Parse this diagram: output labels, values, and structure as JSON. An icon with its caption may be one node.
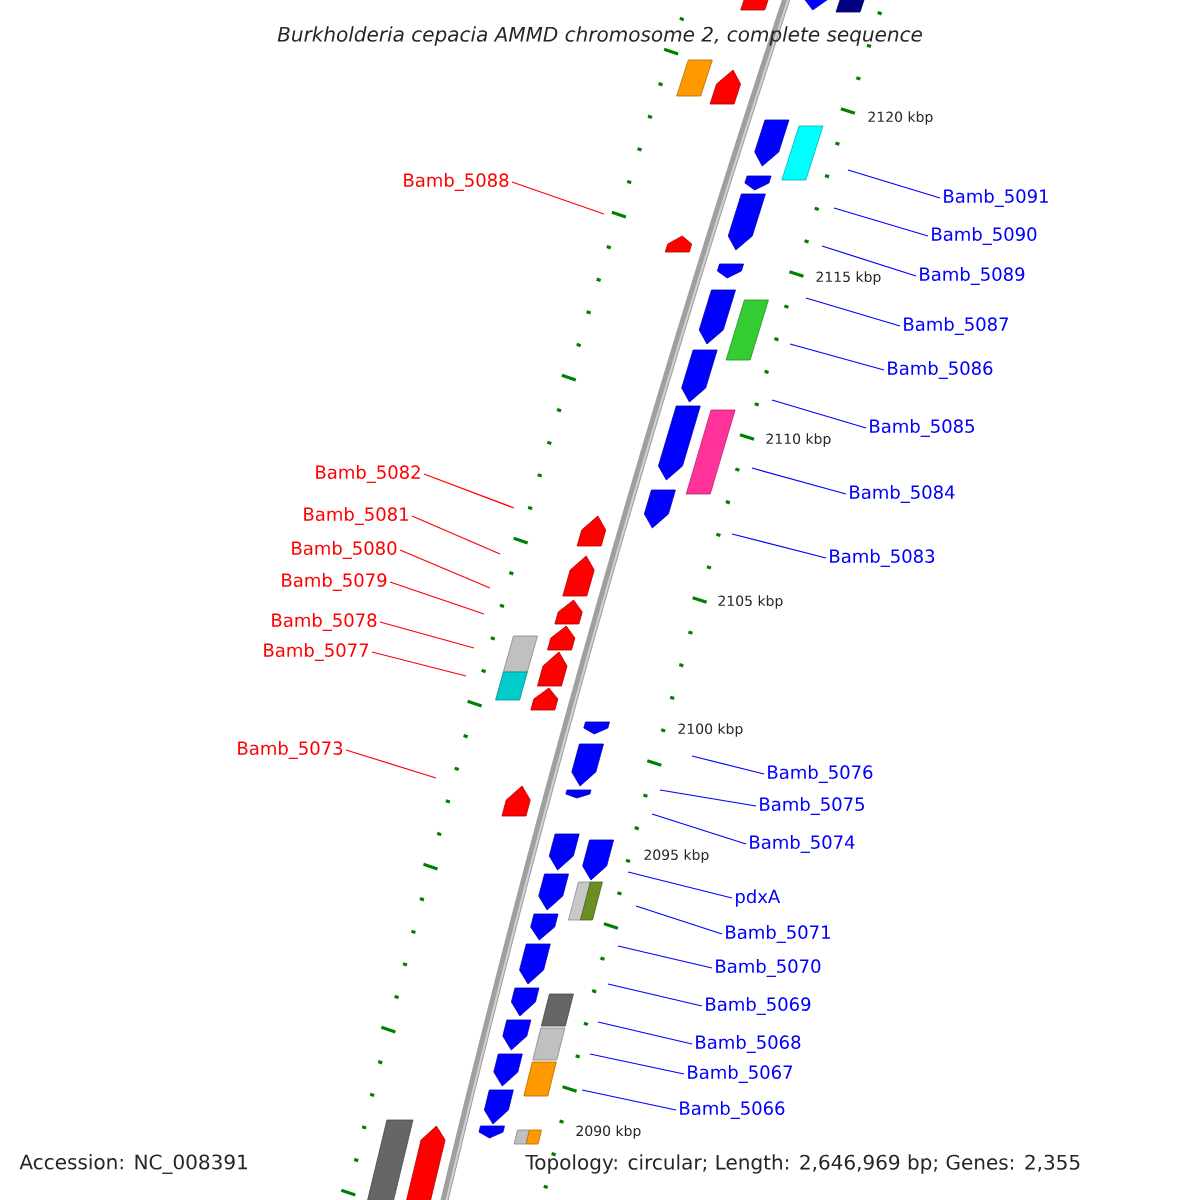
{
  "diagram": {
    "title": "Burkholderia cepacia AMMD chromosome 2, complete sequence",
    "nodes": [
      {
        "text": [
          "Bamb_5088"
        ]
      },
      {
        "text": [
          "Bamb_5091"
        ]
      },
      {
        "text": [
          "Bamb_5090"
        ]
      },
      {
        "text": [
          "Bamb_5089"
        ]
      },
      {
        "text": [
          "Bamb_5087"
        ]
      },
      {
        "text": [
          "Bamb_5086"
        ]
      },
      {
        "text": [
          "Bamb_5085"
        ]
      },
      {
        "text": [
          "Bamb_5082"
        ]
      },
      {
        "text": [
          "Bamb_5084"
        ]
      },
      {
        "text": [
          "Bamb_5081"
        ]
      },
      {
        "text": [
          "Bamb_5080"
        ]
      },
      {
        "text": [
          "Bamb_5083"
        ]
      },
      {
        "text": [
          "Bamb_5079"
        ]
      },
      {
        "text": [
          "Bamb_5078"
        ]
      },
      {
        "text": [
          "Bamb_5077"
        ]
      },
      {
        "text": [
          "Bamb_5073"
        ]
      },
      {
        "text": [
          "Bamb_5076"
        ]
      },
      {
        "text": [
          "Bamb_5075"
        ]
      },
      {
        "text": [
          "Bamb_5074"
        ]
      },
      {
        "text": [
          "pdxA"
        ]
      },
      {
        "text": [
          "Bamb_5071"
        ]
      },
      {
        "text": [
          "Bamb_5070"
        ]
      },
      {
        "text": [
          "Bamb_5069"
        ]
      },
      {
        "text": [
          "Bamb_5068"
        ]
      },
      {
        "text": [
          "Bamb_5067"
        ]
      },
      {
        "text": [
          "Bamb_5066"
        ]
      }
    ],
    "edges": [
      {
        "from": 0,
        "to": null,
        "arrow": "none",
        "color": "#ff0000"
      },
      {
        "from": 1,
        "to": null,
        "arrow": "none"
      },
      {
        "from": 2,
        "to": null,
        "arrow": "none"
      },
      {
        "from": 3,
        "to": null,
        "arrow": "none"
      },
      {
        "from": 4,
        "to": null,
        "arrow": "none"
      },
      {
        "from": 5,
        "to": null,
        "arrow": "none"
      },
      {
        "from": 6,
        "to": null,
        "arrow": "none"
      },
      {
        "from": 7,
        "to": null,
        "arrow": "none",
        "color": "#ff0000"
      },
      {
        "from": 8,
        "to": null,
        "arrow": "none"
      },
      {
        "from": 9,
        "to": null,
        "arrow": "none",
        "color": "#ff0000"
      },
      {
        "from": 10,
        "to": null,
        "arrow": "none",
        "color": "#ff0000"
      },
      {
        "from": 11,
        "to": null,
        "arrow": "none"
      },
      {
        "from": 12,
        "to": null,
        "arrow": "none",
        "color": "#ff0000"
      },
      {
        "from": 13,
        "to": null,
        "arrow": "none",
        "color": "#ff0000"
      },
      {
        "from": 14,
        "to": null,
        "arrow": "none",
        "color": "#ff0000"
      },
      {
        "from": 15,
        "to": null,
        "arrow": "none",
        "color": "#ff0000"
      },
      {
        "from": 16,
        "to": null,
        "arrow": "none"
      },
      {
        "from": 17,
        "to": null,
        "arrow": "none"
      },
      {
        "from": 18,
        "to": null,
        "arrow": "none"
      },
      {
        "from": 19,
        "to": null,
        "arrow": "none"
      },
      {
        "from": 20,
        "to": null,
        "arrow": "none"
      },
      {
        "from": 21,
        "to": null,
        "arrow": "none"
      },
      {
        "from": 22,
        "to": null,
        "arrow": "none"
      },
      {
        "from": 23,
        "to": null,
        "arrow": "none"
      },
      {
        "from": 24,
        "to": null,
        "arrow": "none"
      },
      {
        "from": 25,
        "to": null,
        "arrow": "none"
      }
    ],
    "labels": [
      "2120 kbp",
      "2115 kbp",
      "2110 kbp",
      "2105 kbp",
      "2100 kbp",
      "2095 kbp",
      "2090 kbp",
      "Accession: NC_008391",
      "Topology: circular; Length: 2,646,969 bp; Genes: 2,355"
    ]
  }
}
